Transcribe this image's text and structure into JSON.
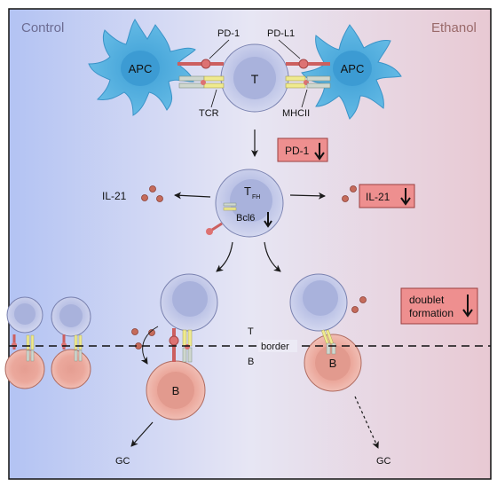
{
  "panels": {
    "left_title": "Control",
    "right_title": "Ethanol"
  },
  "cells": {
    "apc_label": "APC",
    "t_label": "T",
    "tfh_label": "T",
    "tfh_subscript": "FH",
    "b_label": "B"
  },
  "molecules": {
    "pd1": "PD-1",
    "pdl1": "PD-L1",
    "tcr": "TCR",
    "mhcii": "MHCII",
    "il21": "IL-21",
    "bcl6": "Bcl6"
  },
  "effects": {
    "pd1_box": "PD-1",
    "il21_box": "IL-21",
    "doublet_line1": "doublet",
    "doublet_line2": "formation",
    "direction": "decreased"
  },
  "border": {
    "top_label": "T",
    "middle_label": "border",
    "bottom_label": "B"
  },
  "outcomes": {
    "left": "GC",
    "right": "GC"
  },
  "colors": {
    "left_bg": "#b9c8f3",
    "right_bg": "#eccfd8",
    "apc": "#5fb6e3",
    "t_cell": "#c4cae8",
    "b_cell": "#eba89c",
    "pd1_red": "#dd7272",
    "tcr_yellow": "#efea8f",
    "box_fill": "#ee8f8f",
    "cytokine": "#c56b5b"
  }
}
